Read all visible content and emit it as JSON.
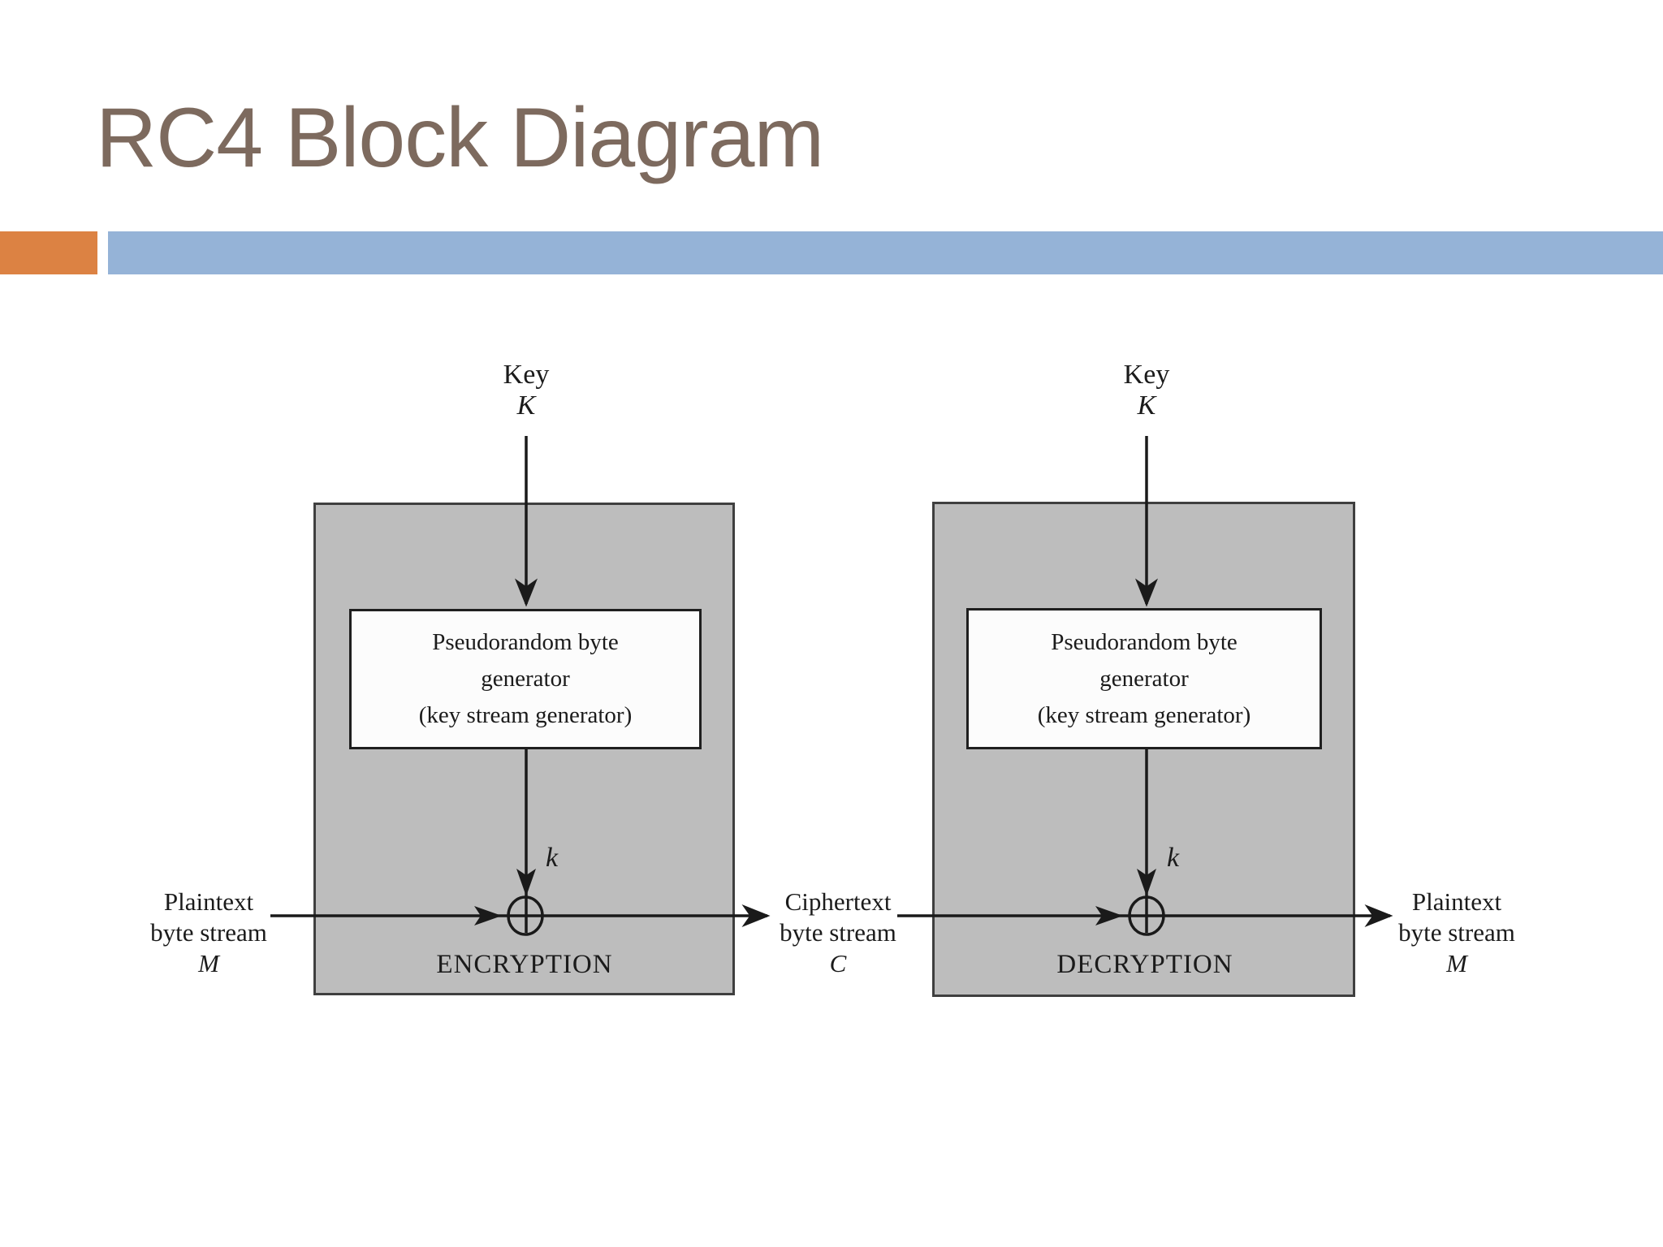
{
  "slide": {
    "title": "RC4 Block Diagram"
  },
  "theme": {
    "title_color": "#7D6A5E",
    "accent_orange": "#DC8243",
    "accent_blue": "#95B3D7",
    "box_fill": "#BDBDBD",
    "box_border": "#3F3F3F",
    "line_color": "#1A1A1A"
  },
  "diagram": {
    "encryption": {
      "key_label": "Key",
      "key_symbol": "K",
      "generator_lines": [
        "Pseudorandom byte",
        "generator",
        "(key stream generator)"
      ],
      "keystream_symbol": "k",
      "process_label": "ENCRYPTION",
      "input_label": {
        "lines": [
          "Plaintext",
          "byte stream"
        ],
        "symbol": "M"
      }
    },
    "decryption": {
      "key_label": "Key",
      "key_symbol": "K",
      "generator_lines": [
        "Pseudorandom byte",
        "generator",
        "(key stream generator)"
      ],
      "keystream_symbol": "k",
      "process_label": "DECRYPTION",
      "output_label": {
        "lines": [
          "Plaintext",
          "byte stream"
        ],
        "symbol": "M"
      }
    },
    "middle_label": {
      "lines": [
        "Ciphertext",
        "byte stream"
      ],
      "symbol": "C"
    }
  }
}
